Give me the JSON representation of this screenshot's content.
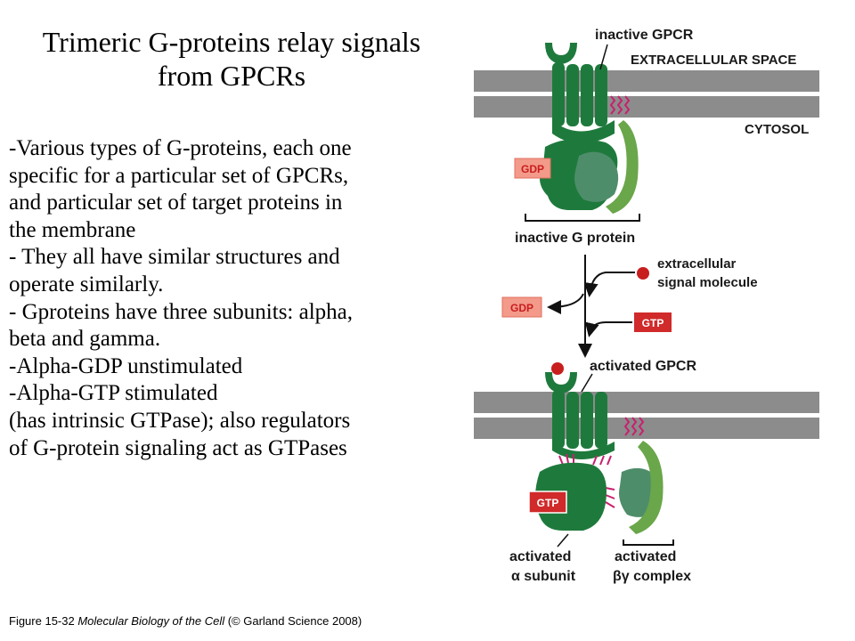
{
  "title": {
    "line1": "Trimeric G-proteins relay signals",
    "line2": "from GPCRs"
  },
  "body_lines": [
    "-Various types of G-proteins, each one",
    "specific for a particular set of GPCRs,",
    "and particular set of target proteins in",
    "the membrane",
    "- They all have similar structures and",
    "operate similarly.",
    "- Gproteins have three subunits: alpha,",
    "beta and gamma.",
    "-Alpha-GDP unstimulated",
    "-Alpha-GTP stimulated",
    "(has intrinsic GTPase); also regulators",
    "of G-protein signaling act as GTPases"
  ],
  "diagram": {
    "inactive_gpcr": "inactive GPCR",
    "extracellular_space": "EXTRACELLULAR SPACE",
    "cytosol": "CYTOSOL",
    "gdp_top": "GDP",
    "inactive_g_protein": "inactive G protein",
    "extracellular_signal_line1": "extracellular",
    "extracellular_signal_line2": "signal molecule",
    "gdp_released": "GDP",
    "gtp_in": "GTP",
    "activated_gpcr": "activated GPCR",
    "gtp_bound": "GTP",
    "activated_alpha_line1": "activated",
    "activated_alpha_line2": "α subunit",
    "activated_bg_line1": "activated",
    "activated_bg_line2": "βγ complex"
  },
  "caption": {
    "figure": "Figure 15-32",
    "book": "Molecular Biology of the Cell",
    "copyright": "(© Garland Science 2008)"
  },
  "colors": {
    "receptor_green": "#1e7a3c",
    "light_green": "#6aa64a",
    "membrane_gray": "#8c8c8c",
    "gdp_pink": "#f39a8a",
    "gtp_red": "#d02a2a",
    "magenta": "#c8206e"
  }
}
